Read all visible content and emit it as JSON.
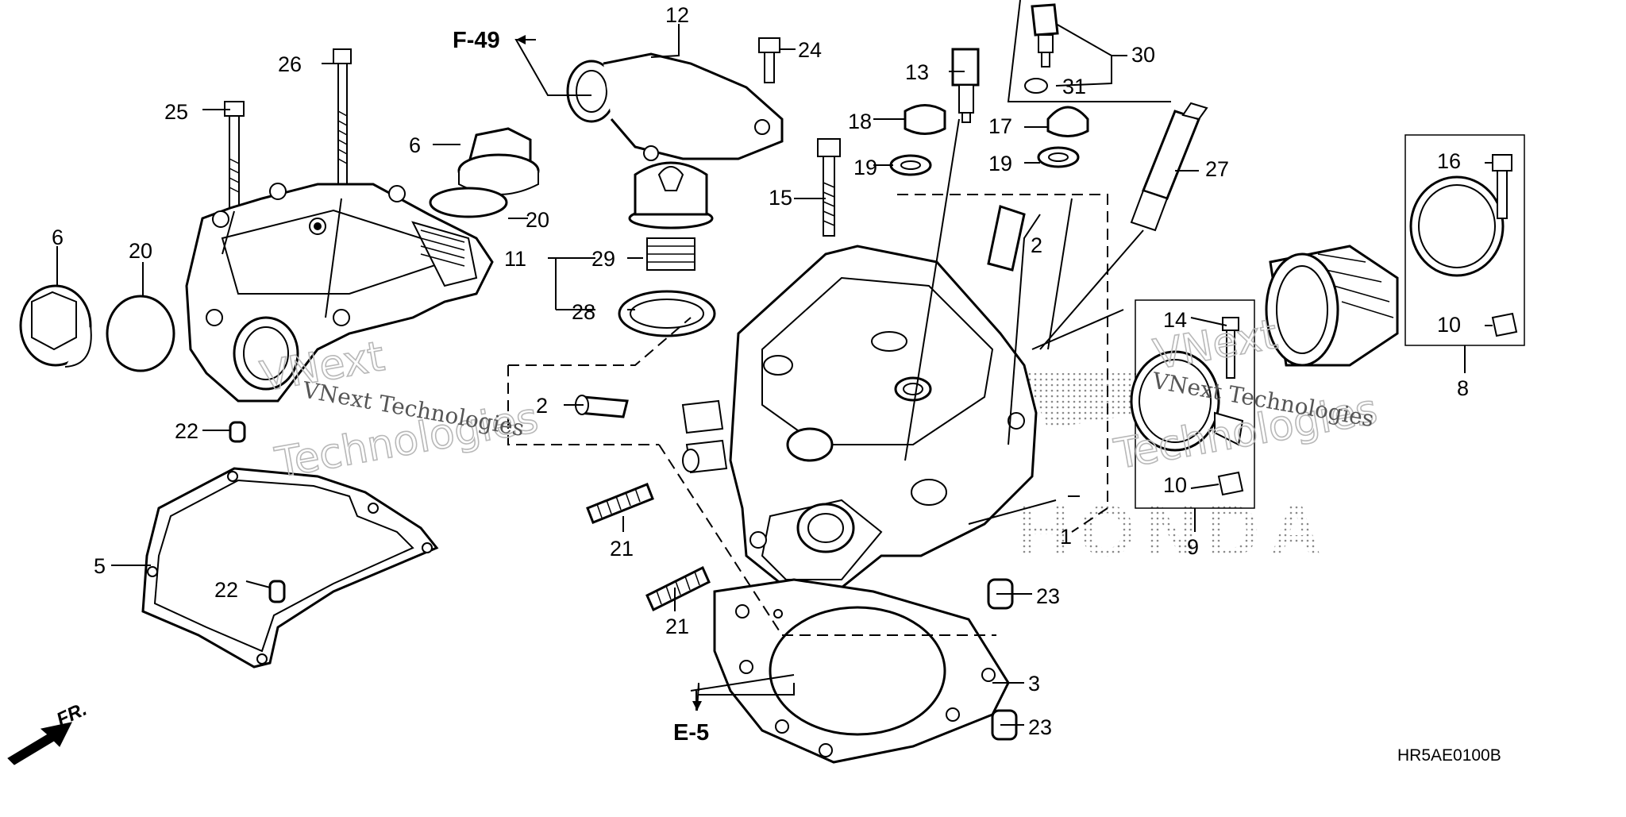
{
  "diagram": {
    "code": "HR5AE0100B",
    "front_marker": "FR.",
    "refs": {
      "top": "F-49",
      "bottom": "E-5"
    },
    "brand_watermark": "HONDA",
    "watermarks": [
      {
        "line1": "VNext",
        "line2": "Technologies"
      },
      {
        "line1": "VNext Technologies",
        "line2": ""
      },
      {
        "line1": "VNext",
        "line2": "Technologies"
      },
      {
        "line1": "VNext Technologies",
        "line2": ""
      }
    ],
    "callouts": {
      "c1": "1",
      "c2a": "2",
      "c2b": "2",
      "c3": "3",
      "c5": "5",
      "c6a": "6",
      "c6b": "6",
      "c8": "8",
      "c9": "9",
      "c10a": "10",
      "c10b": "10",
      "c11": "11",
      "c12": "12",
      "c13": "13",
      "c14": "14",
      "c15": "15",
      "c16": "16",
      "c17": "17",
      "c18": "18",
      "c19a": "19",
      "c19b": "19",
      "c20a": "20",
      "c20b": "20",
      "c21a": "21",
      "c21b": "21",
      "c22a": "22",
      "c22b": "22",
      "c23a": "23",
      "c23b": "23",
      "c24": "24",
      "c25": "25",
      "c26": "26",
      "c27": "27",
      "c28": "28",
      "c29": "29",
      "c30": "30",
      "c31": "31"
    }
  }
}
